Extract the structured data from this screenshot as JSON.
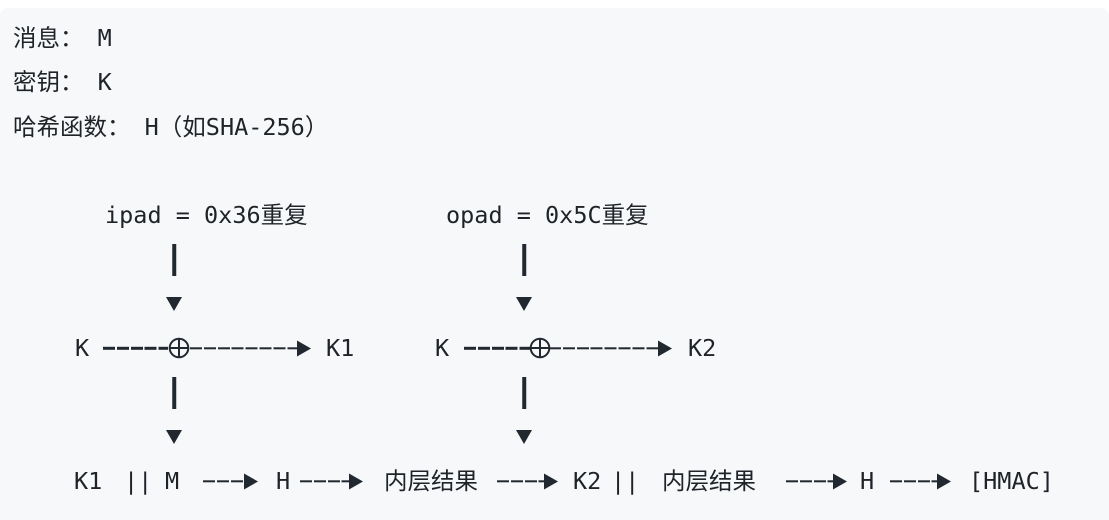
{
  "colors": {
    "page_bg": "#ffffff",
    "panel_bg": "#f6f8fa",
    "text": "#1f2328",
    "line": "#212830"
  },
  "params": {
    "message_line": "消息： M",
    "key_line": "密钥： K",
    "hash_line": "哈希函数： H（如SHA-256）"
  },
  "diagram": {
    "ipad_label": "ipad = 0x36重复",
    "opad_label": "opad = 0x5C重复",
    "xor_symbol": "⊕",
    "left_branch": {
      "input": "K",
      "output": "K1"
    },
    "right_branch": {
      "input": "K",
      "output": "K2"
    },
    "final": {
      "k1": "K1",
      "concat_left": "||",
      "message": "M",
      "hash_left": "H",
      "inner_result_left": "内层结果",
      "k2": "K2",
      "concat_right": "||",
      "inner_result_right": "内层结果",
      "hash_right": "H",
      "output": "[HMAC]"
    }
  }
}
